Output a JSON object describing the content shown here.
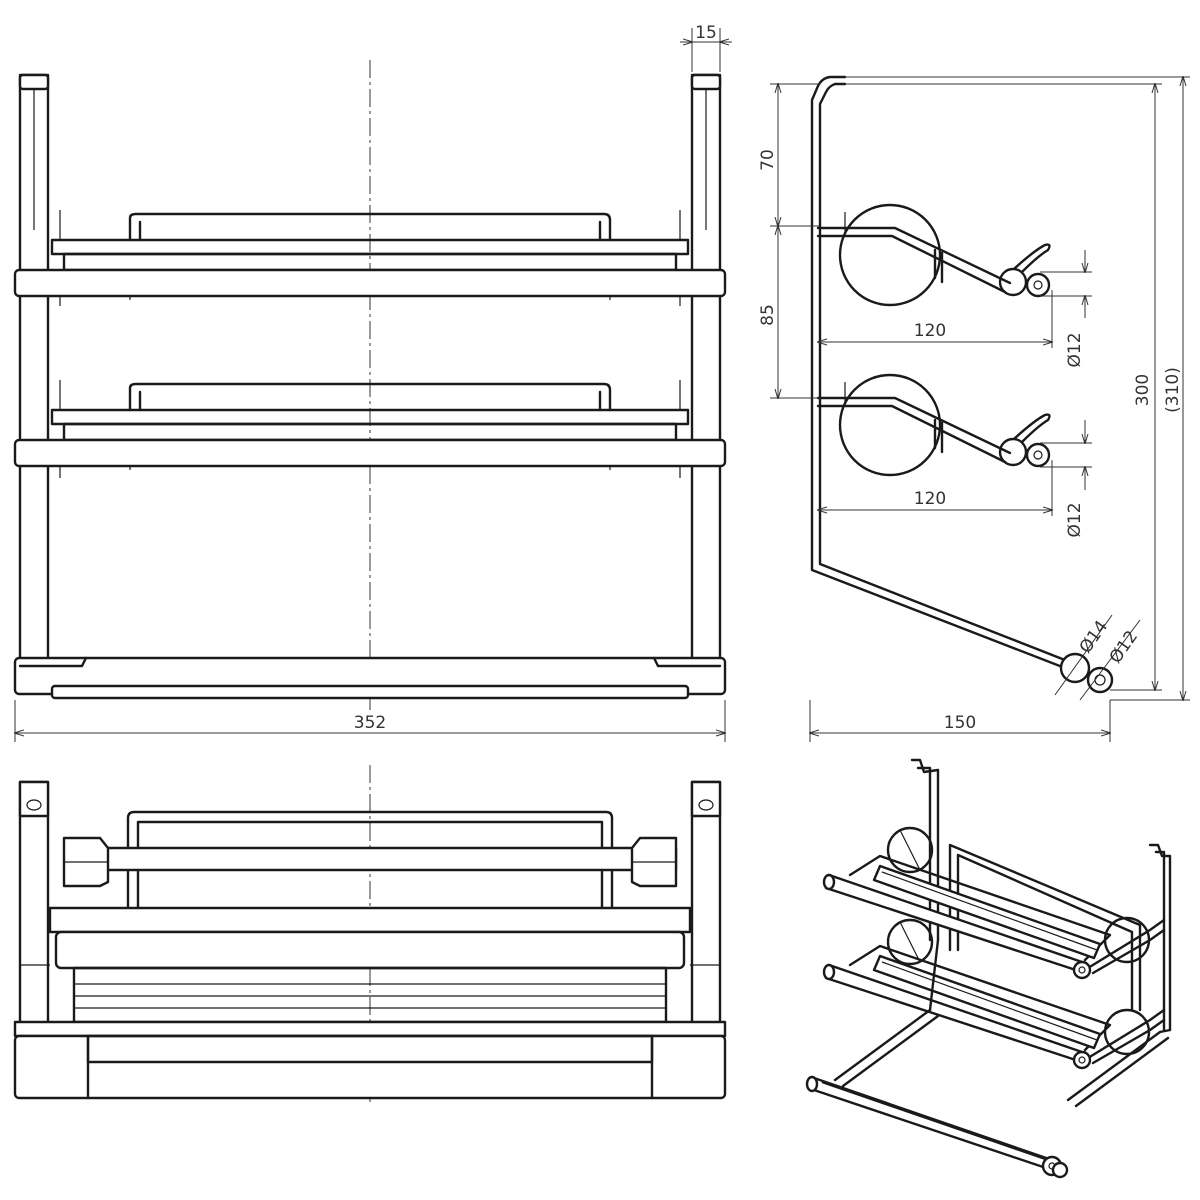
{
  "dimensions": {
    "front_width": "352",
    "post_thickness": "15",
    "side_top_gap": "70",
    "side_shelf_gap": "85",
    "side_depth_upper": "120",
    "side_depth_lower": "120",
    "dia_upper": "Ø12",
    "dia_lower": "Ø12",
    "dia_bottom_large": "Ø14",
    "dia_bottom_small": "Ø12",
    "side_height": "300",
    "side_height_total": "(310)",
    "side_base_depth": "150"
  }
}
